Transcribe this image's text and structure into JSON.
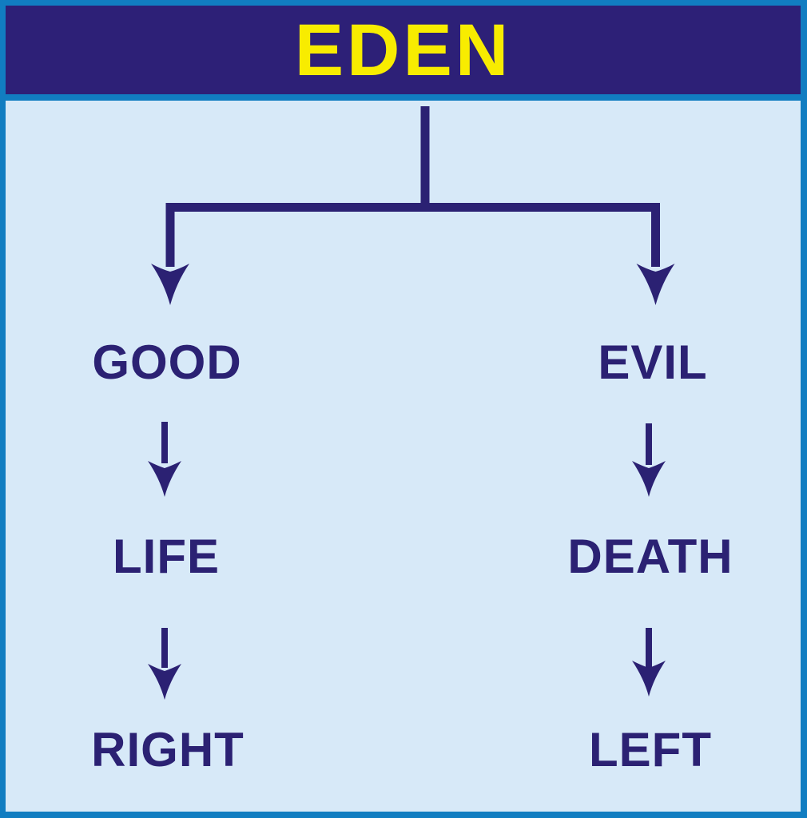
{
  "diagram": {
    "title": "EDEN",
    "branches": [
      {
        "side": "left",
        "nodes": [
          {
            "label": "GOOD"
          },
          {
            "label": "LIFE"
          },
          {
            "label": "RIGHT"
          }
        ]
      },
      {
        "side": "right",
        "nodes": [
          {
            "label": "EVIL"
          },
          {
            "label": "DEATH"
          },
          {
            "label": "LEFT"
          }
        ]
      }
    ]
  },
  "icons": {
    "arrow": "down-arrow-icon"
  },
  "colors": {
    "frame": "#117dc1",
    "banner": "#2d2077",
    "title": "#f8ec00",
    "body": "#d7e9f8",
    "ink": "#2b2173"
  }
}
